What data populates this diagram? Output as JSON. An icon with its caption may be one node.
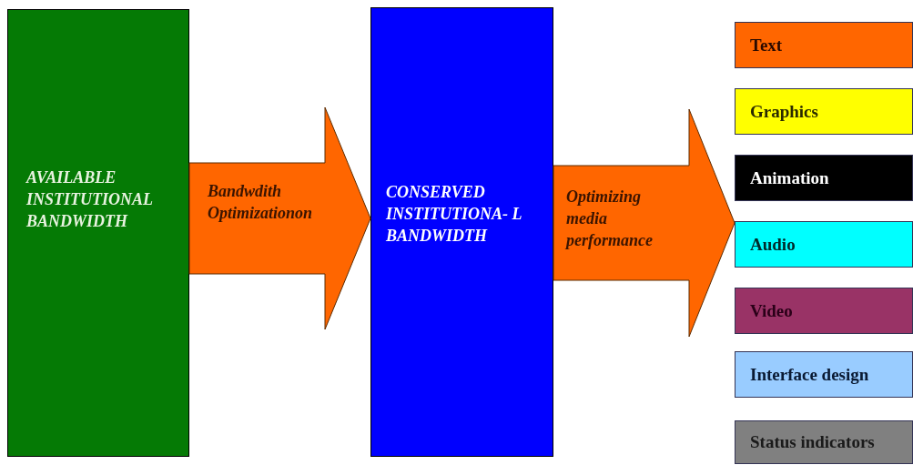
{
  "diagram": {
    "nodes": [
      {
        "text": [
          "AVAILABLE INSTITUTIONAL BANDWIDTH"
        ]
      },
      {
        "text": [
          "CONSERVED INSTITUTIONA- L BANDWIDTH"
        ]
      },
      {
        "text": [
          "Text"
        ]
      },
      {
        "text": [
          "Graphics"
        ]
      },
      {
        "text": [
          "Animation"
        ]
      },
      {
        "text": [
          "Audio"
        ]
      },
      {
        "text": [
          "Video"
        ]
      },
      {
        "text": [
          "Interface design"
        ]
      },
      {
        "text": [
          "Status indicators"
        ]
      }
    ],
    "edges": [
      {
        "from": 0,
        "to": 1,
        "arrow": "to",
        "label": "Bandwdith Optimizationon"
      },
      {
        "from": 1,
        "to": 5,
        "arrow": "to",
        "label": "Optimizing media performance"
      }
    ]
  }
}
